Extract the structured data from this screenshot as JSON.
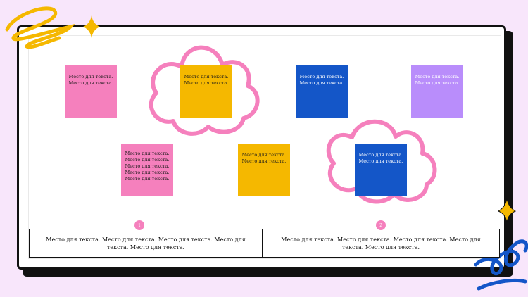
{
  "notes": [
    {
      "text": "Место для текста.\nМесто для текста.",
      "color": "pink"
    },
    {
      "text": "Место для текста.\nМесто для текста.",
      "color": "yellow"
    },
    {
      "text": "Место для текста.\nМесто для текста.",
      "color": "blue"
    },
    {
      "text": "Место для текста.\nМесто для текста.",
      "color": "purple"
    },
    {
      "text": "Место для текста.\nМесто для текста.\nМесто для текста.\nМесто для текста.\nМесто для текста.",
      "color": "pink"
    },
    {
      "text": "Место для текста.\nМесто для текста.",
      "color": "yellow"
    },
    {
      "text": "Место для текста.\nМесто для текста.",
      "color": "blue"
    }
  ],
  "steps": [
    {
      "number": "1",
      "text": "Место для текста. Место для текста. Место для текста. Место для текста. Место для текста."
    },
    {
      "number": "2",
      "text": "Место для текста. Место для текста. Место для текста. Место для текста. Место для текста."
    }
  ],
  "colors": {
    "pink": "#f580bd",
    "yellow": "#f5b800",
    "blue": "#1456c8",
    "purple": "#b98dfb",
    "background": "#f8e6fb"
  },
  "decorations": [
    "yellow-scribble-icon",
    "yellow-sparkle-icon",
    "pink-cloud-outline-icon",
    "blue-swirl-icon"
  ]
}
